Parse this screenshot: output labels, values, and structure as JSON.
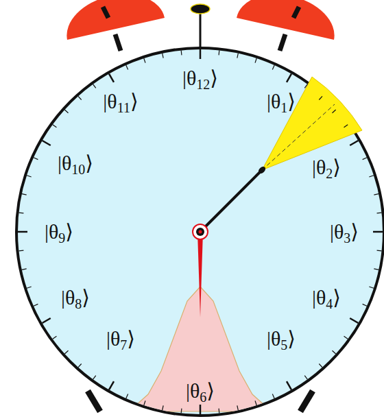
{
  "diagram": {
    "labels": [
      "|θ12⟩",
      "|θ1⟩",
      "|θ2⟩",
      "|θ3⟩",
      "|θ4⟩",
      "|θ5⟩",
      "|θ6⟩",
      "|θ7⟩",
      "|θ8⟩",
      "|θ9⟩",
      "|θ10⟩",
      "|θ11⟩"
    ]
  }
}
